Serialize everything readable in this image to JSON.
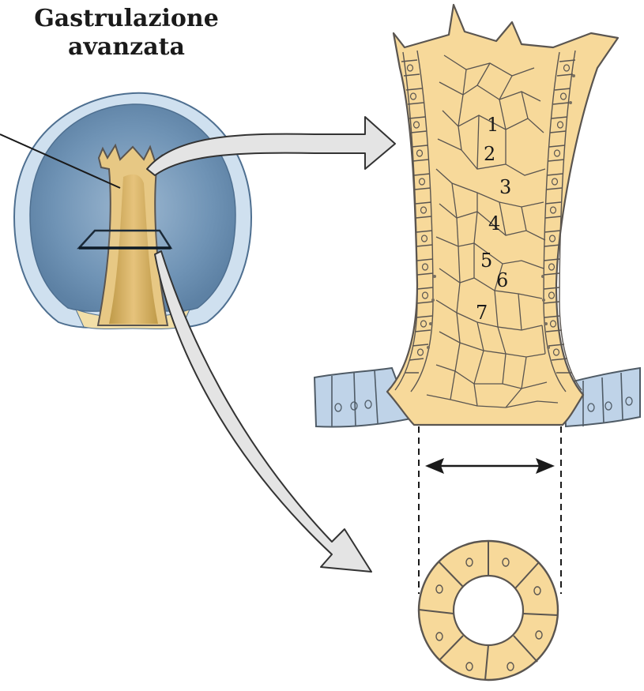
{
  "title": {
    "line1": "Gastrulazione",
    "line2": "avanzata"
  },
  "cell_numbers": [
    "1",
    "2",
    "3",
    "4",
    "5",
    "6",
    "7"
  ],
  "colors": {
    "yolk_cell": "#f7d99a",
    "yolk_dark": "#c9a24e",
    "outline": "#5a5550",
    "ectoderm_blue": "#bfd3e8",
    "embryo_blue": "#6f93b5",
    "embryo_light": "#cfe0ef",
    "arrow_fill": "#e4e4e4"
  }
}
